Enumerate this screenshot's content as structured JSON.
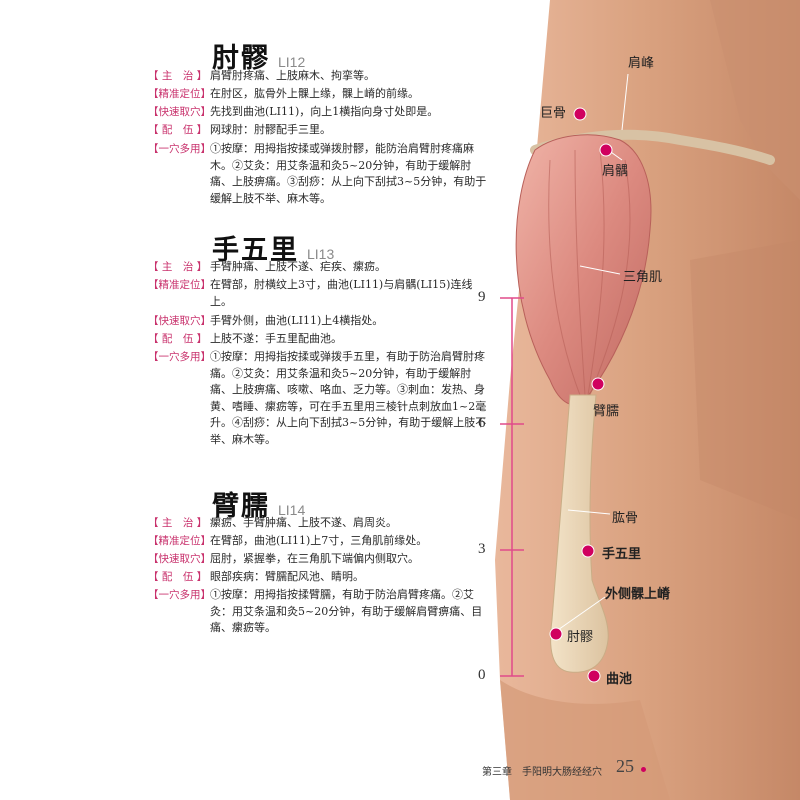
{
  "points": [
    {
      "name": "肘髎",
      "code": "LI12",
      "rows": [
        {
          "label": "【 主　治 】",
          "text": "肩臂肘疼痛、上肢麻木、拘挛等。"
        },
        {
          "label": "【精准定位】",
          "text": "在肘区，肱骨外上髁上缘，髁上嵴的前缘。"
        },
        {
          "label": "【快速取穴】",
          "text": "先找到曲池(LI11)，向上1横指向身寸处即是。"
        },
        {
          "label": "【 配　伍 】",
          "text": "网球肘：肘髎配手三里。"
        },
        {
          "label": "【一穴多用】",
          "text": "①按摩：用拇指按揉或弹拨肘髎，能防治肩臂肘疼痛麻木。②艾灸：用艾条温和灸5~20分钟，有助于缓解肘痛、上肢痹痛。③刮痧：从上向下刮拭3~5分钟，有助于缓解上肢不举、麻木等。"
        }
      ]
    },
    {
      "name": "手五里",
      "code": "LI13",
      "rows": [
        {
          "label": "【 主　治 】",
          "text": "手臂肿痛、上肢不遂、疟疾、瘰疬。"
        },
        {
          "label": "【精准定位】",
          "text": "在臂部，肘横纹上3寸，曲池(LI11)与肩髃(LI15)连线上。"
        },
        {
          "label": "【快速取穴】",
          "text": "手臂外侧，曲池(LI11)上4横指处。"
        },
        {
          "label": "【 配　伍 】",
          "text": "上肢不遂：手五里配曲池。"
        },
        {
          "label": "【一穴多用】",
          "text": "①按摩：用拇指按揉或弹拨手五里，有助于防治肩臂肘疼痛。②艾灸：用艾条温和灸5~20分钟，有助于缓解肘痛、上肢痹痛、咳嗽、咯血、乏力等。③刺血：发热、身黄、嗜睡、瘰疬等，可在手五里用三棱针点刺放血1~2毫升。④刮痧：从上向下刮拭3~5分钟，有助于缓解上肢不举、麻木等。"
        }
      ]
    },
    {
      "name": "臂臑",
      "code": "LI14",
      "rows": [
        {
          "label": "【 主　治 】",
          "text": "瘰疬、手臂肿痛、上肢不遂、肩周炎。"
        },
        {
          "label": "【精准定位】",
          "text": "在臂部，曲池(LI11)上7寸，三角肌前缘处。"
        },
        {
          "label": "【快速取穴】",
          "text": "屈肘，紧握拳，在三角肌下端偏内侧取穴。"
        },
        {
          "label": "【 配　伍 】",
          "text": "眼部疾病：臂臑配风池、睛明。"
        },
        {
          "label": "【一穴多用】",
          "text": "①按摩：用拇指按揉臂臑，有助于防治肩臂疼痛。②艾灸：用艾条温和灸5~20分钟，有助于缓解肩臂痹痛、目痛、瘰疬等。"
        }
      ]
    }
  ],
  "figure": {
    "labels": {
      "jianfeng": "肩峰",
      "jugu": "巨骨",
      "jianyu": "肩髃",
      "sanjiaoji": "三角肌",
      "binao": "臂臑",
      "gonggu": "肱骨",
      "shouwuli": "手五里",
      "waicekeshangji": "外侧髁上嵴",
      "zhouliao": "肘髎",
      "quchi": "曲池"
    },
    "ruler_ticks": [
      "9",
      "6",
      "3",
      "0"
    ],
    "point_color": "#d0005f"
  },
  "footer": {
    "chapter": "第三章　手阳明大肠经经穴",
    "page": "25"
  }
}
